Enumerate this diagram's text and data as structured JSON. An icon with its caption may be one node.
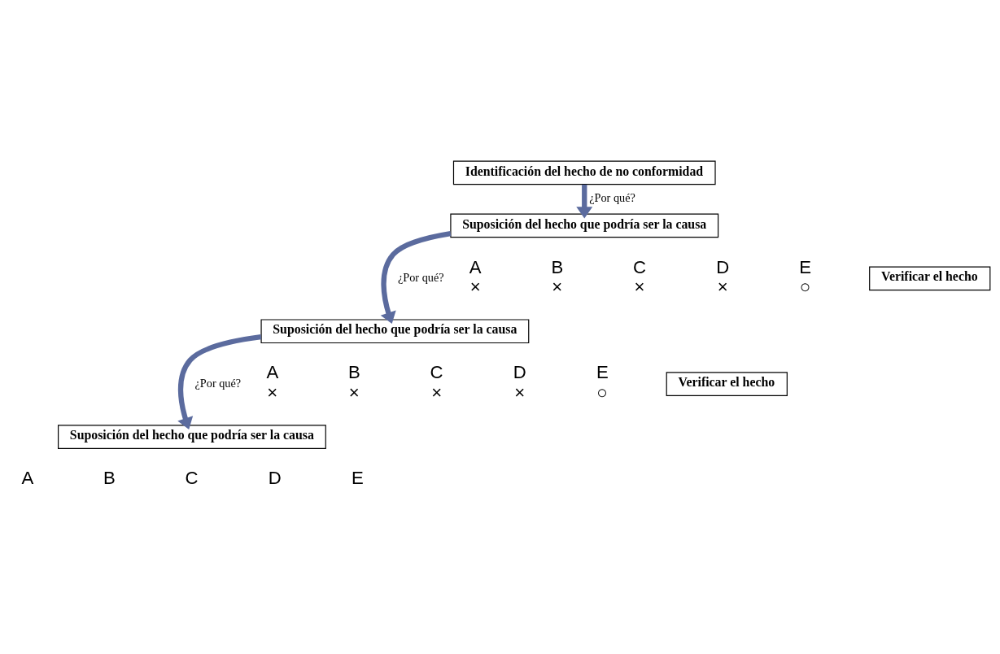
{
  "diagram": {
    "nodes": [
      {
        "text": [
          "Identificación del hecho de no conformidad"
        ]
      },
      {
        "text": [
          "Suposición del hecho que podría ser la causa"
        ]
      },
      {
        "text": [
          "Verificar el hecho"
        ]
      },
      {
        "text": [
          "Suposición del hecho que podría ser la causa"
        ]
      },
      {
        "text": [
          "Verificar el hecho"
        ]
      },
      {
        "text": [
          "Suposición del hecho que podría ser la causa"
        ]
      }
    ],
    "edges": [
      {
        "from": 0,
        "to": 1,
        "arrow": "to",
        "label": "¿Por qué?"
      },
      {
        "from": 1,
        "to": 3,
        "arrow": "to",
        "label": "¿Por qué?"
      },
      {
        "from": 3,
        "to": 5,
        "arrow": "to",
        "label": "¿Por qué?"
      }
    ],
    "labels": [
      "A",
      "B",
      "C",
      "D",
      "E",
      "×",
      "×",
      "×",
      "×",
      "○",
      "A",
      "B",
      "C",
      "D",
      "E",
      "×",
      "×",
      "×",
      "×",
      "○",
      "A",
      "B",
      "C",
      "D",
      "E"
    ]
  }
}
